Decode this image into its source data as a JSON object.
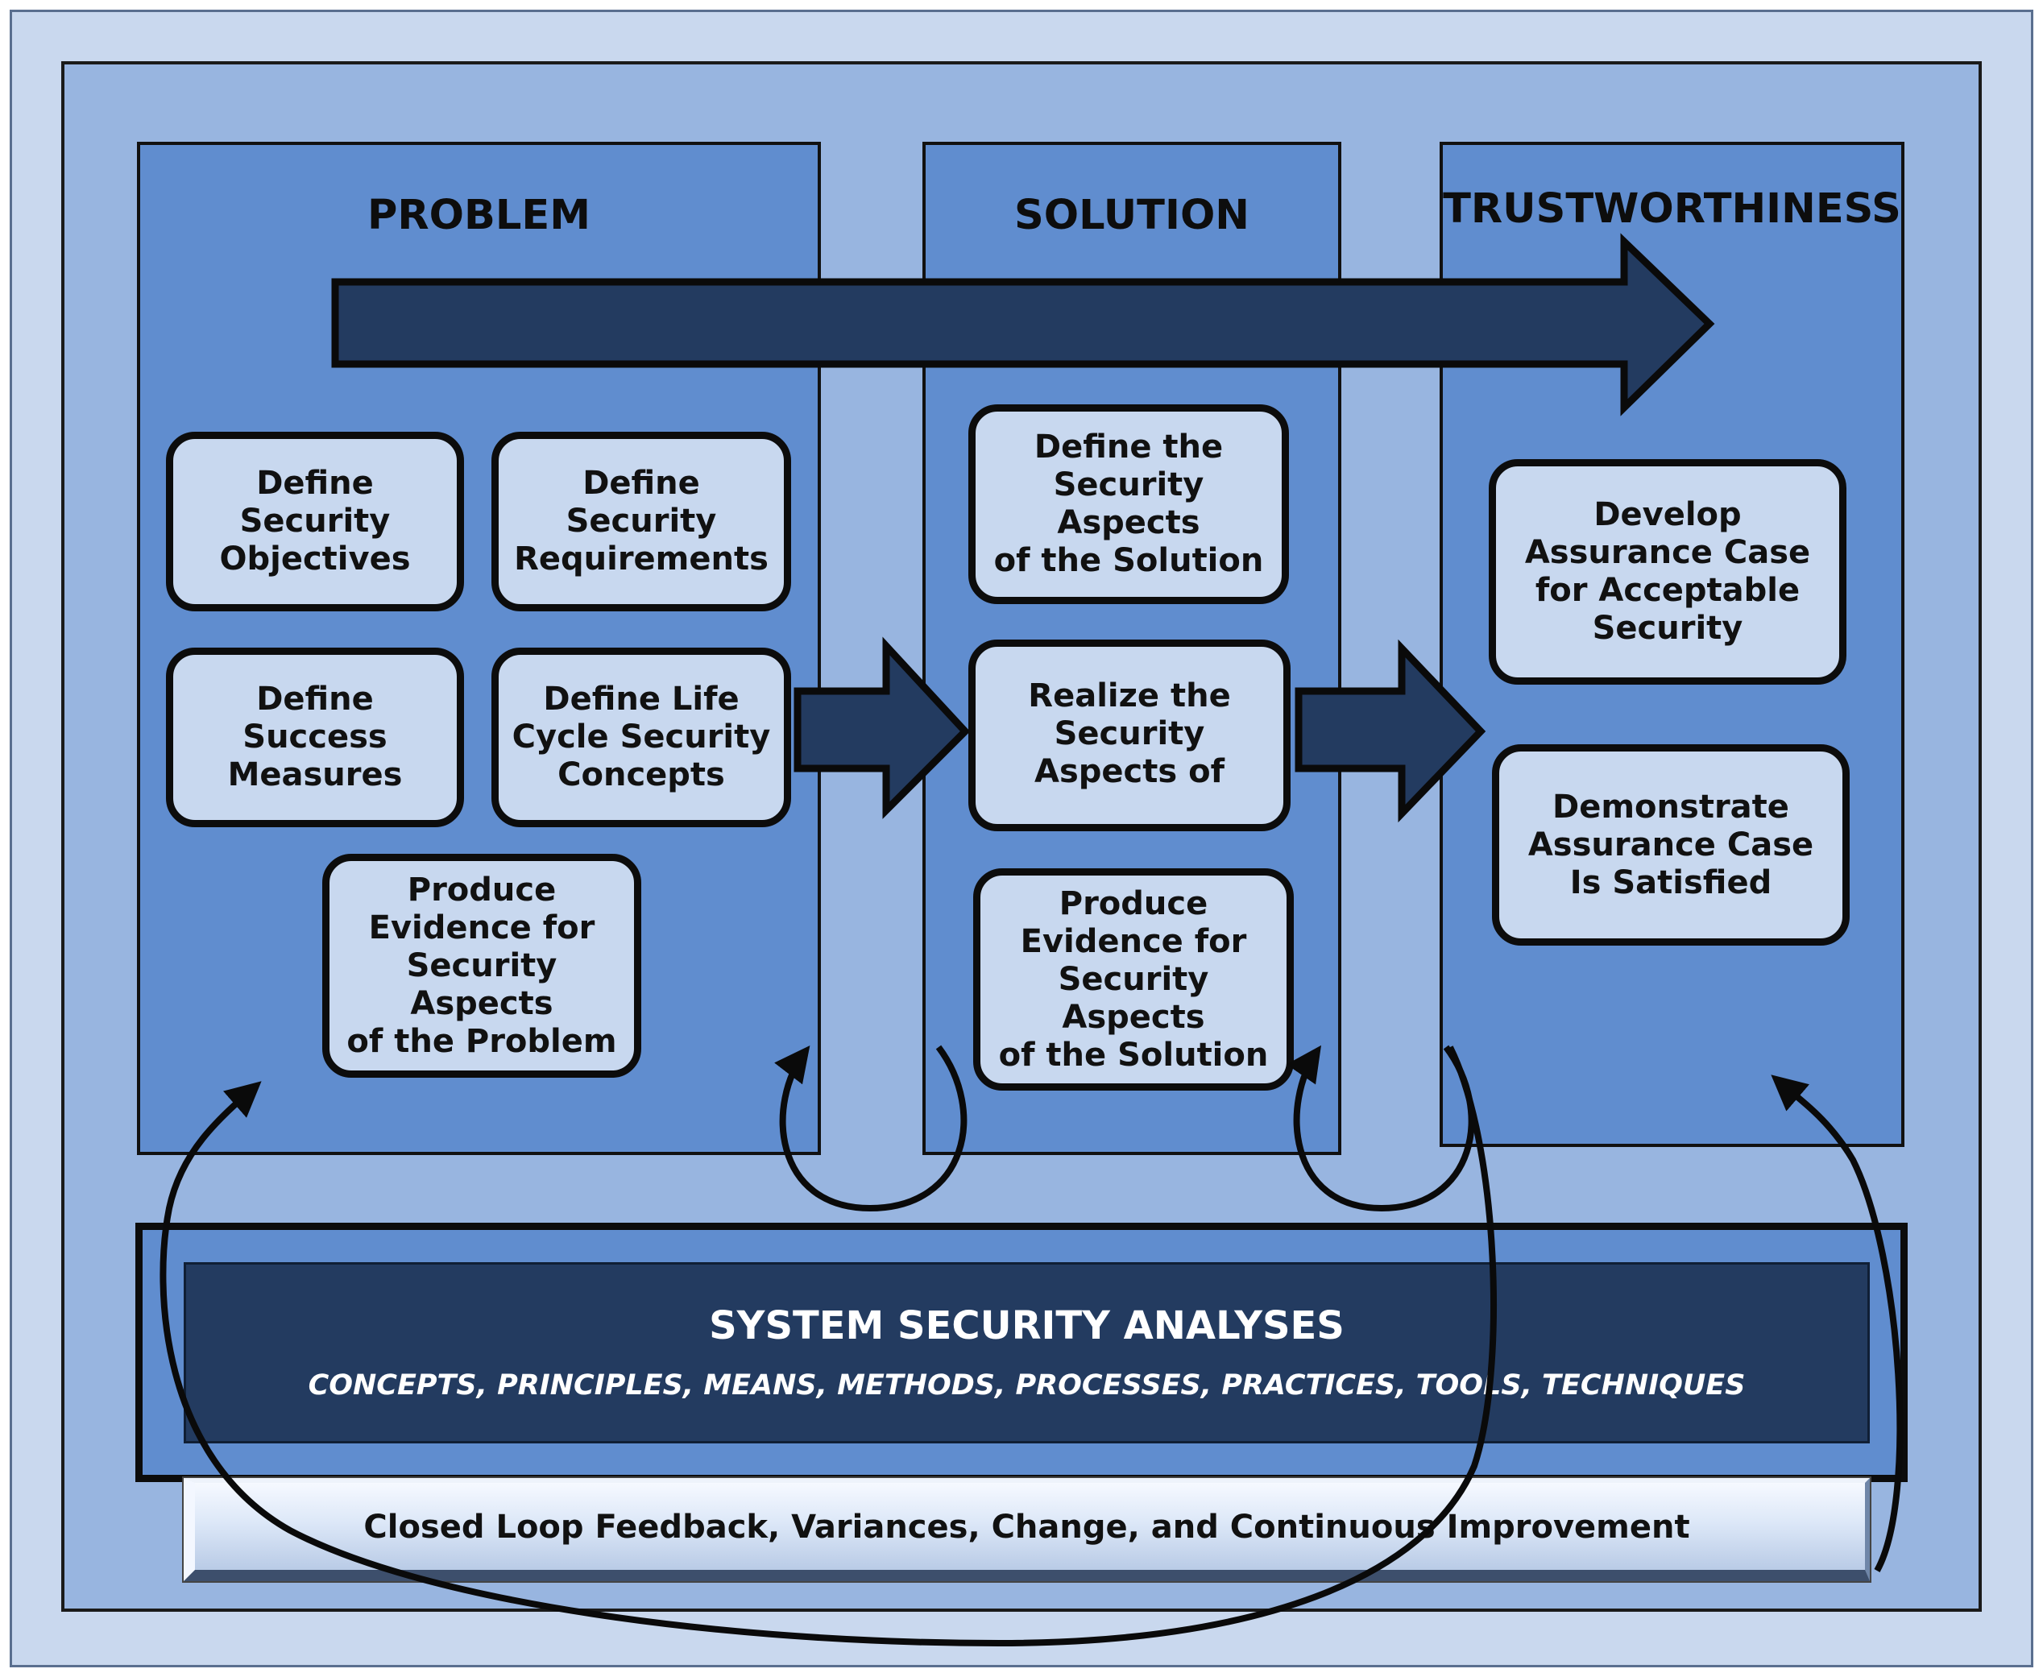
{
  "columns": {
    "problem": {
      "title": "PROBLEM"
    },
    "solution": {
      "title": "SOLUTION"
    },
    "trust": {
      "title": "TRUSTWORTHINESS"
    }
  },
  "boxes": {
    "define_security_objectives": "Define\nSecurity\nObjectives",
    "define_security_requirements": "Define\nSecurity\nRequirements",
    "define_success_measures": "Define\nSuccess\nMeasures",
    "define_life_cycle": "Define Life\nCycle Security\nConcepts",
    "produce_evidence_problem": "Produce\nEvidence for\nSecurity Aspects\nof the Problem",
    "define_security_aspects_solution": "Define the\nSecurity Aspects\nof the Solution",
    "realize_security_aspects": "Realize the\nSecurity\nAspects of",
    "produce_evidence_solution": "Produce\nEvidence for\nSecurity Aspects\nof the Solution",
    "develop_assurance_case": "Develop\nAssurance Case\nfor Acceptable\nSecurity",
    "demonstrate_assurance_case": "Demonstrate\nAssurance Case\nIs Satisfied"
  },
  "analyses": {
    "title": "SYSTEM SECURITY ANALYSES",
    "subtitle": "CONCEPTS, PRINCIPLES, MEANS, METHODS, PROCESSES, PRACTICES, TOOLS, TECHNIQUES"
  },
  "feedback": {
    "label": "Closed Loop Feedback, Variances, Change, and Continuous Improvement"
  },
  "colors": {
    "outer_background": "#c9d8ee",
    "inner_background": "#98b5e0",
    "column_fill": "#608dcf",
    "box_fill": "#c8d8ef",
    "arrow_fill": "#233b60",
    "analysis_fill": "#233b60"
  }
}
